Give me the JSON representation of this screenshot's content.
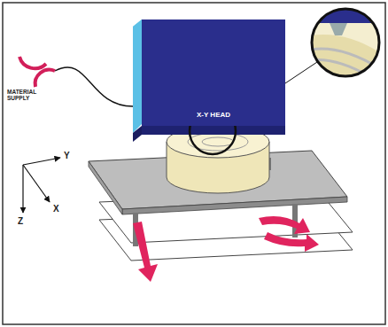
{
  "diagram": {
    "nodes": [
      {
        "text": [
          "X-Y HEAD"
        ]
      }
    ],
    "labels": [
      "MATERIAL SUPPLY",
      "Y",
      "X",
      "Z"
    ]
  }
}
